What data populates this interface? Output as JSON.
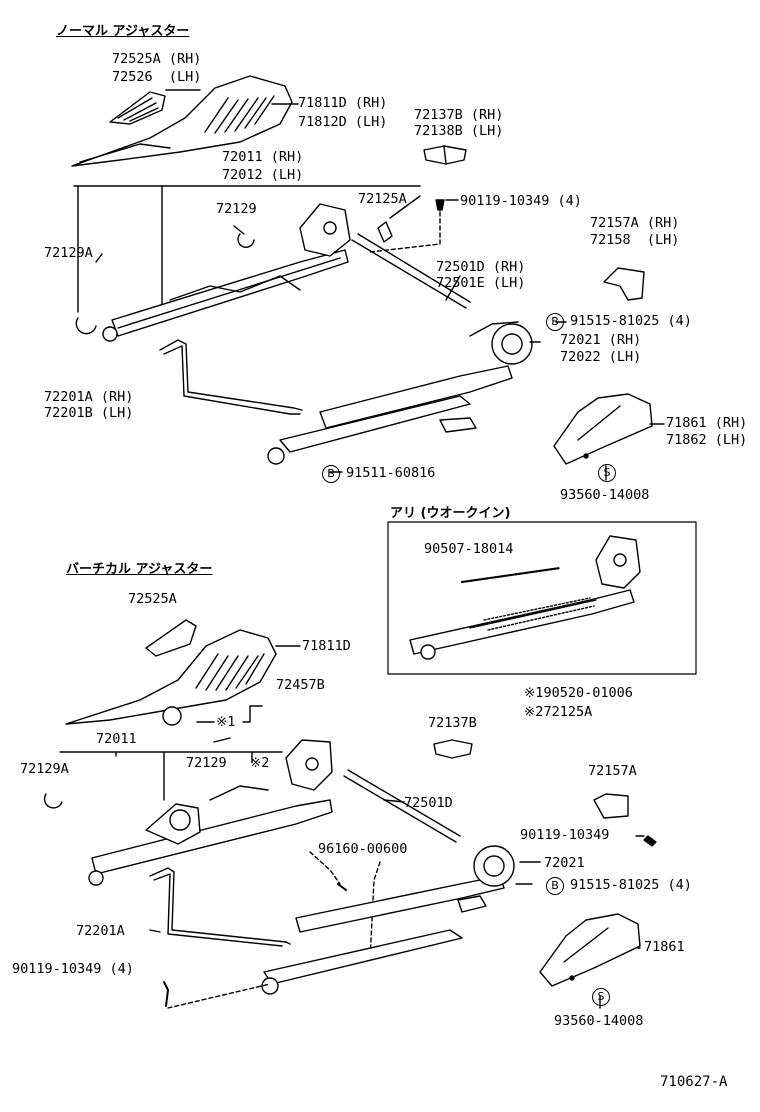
{
  "sections": {
    "normal": "ノーマル アジャスター",
    "vertical": "バーチカル アジャスター",
    "walkin": "アリ (ウオークイン)"
  },
  "symbols": {
    "B": "B",
    "S": "S"
  },
  "top": {
    "p72525A": "72525A (RH)",
    "p72526": "72526  (LH)",
    "p71811D": "71811D (RH)",
    "p71812D": "71812D (LH)",
    "p72137B": "72137B (RH)",
    "p72138B": "72138B (LH)",
    "p72011": "72011 (RH)",
    "p72012": "72012 (LH)",
    "p72125A": "72125A",
    "p90119": "90119-10349 (4)",
    "p72129": "72129",
    "p72129A": "72129A",
    "p72157A": "72157A (RH)",
    "p72158": "72158  (LH)",
    "p72501D": "72501D (RH)",
    "p72501E": "72501E (LH)",
    "p91515": "91515-81025 (4)",
    "p72021": "72021 (RH)",
    "p72022": "72022 (LH)",
    "p72201A": "72201A (RH)",
    "p72201B": "72201B (LH)",
    "p71861": "71861 (RH)",
    "p71862": "71862 (LH)",
    "p91511": "91511-60816",
    "p93560": "93560-14008"
  },
  "walkin": {
    "p90507": "90507-18014",
    "note1": "※190520-01006",
    "note2": "※272125A"
  },
  "bottom": {
    "p72525A": "72525A",
    "p71811D": "71811D",
    "p72457B": "72457B",
    "mark1": "※1",
    "p72137B": "72137B",
    "p72011": "72011",
    "p72129A": "72129A",
    "p72129": "72129",
    "mark2": "※2",
    "p72157A": "72157A",
    "p72501D": "72501D",
    "p90119a": "90119-10349",
    "p96160": "96160-00600",
    "p72021": "72021",
    "p91515": "91515-81025 (4)",
    "p72201A": "72201A",
    "p71861": "71861",
    "p90119b": "90119-10349 (4)",
    "p93560": "93560-14008"
  },
  "figure_id": "710627-A"
}
